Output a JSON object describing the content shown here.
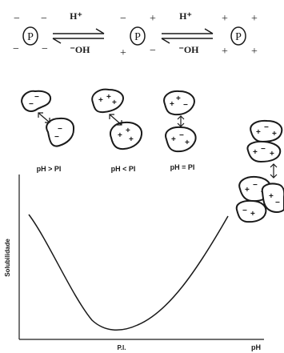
{
  "equilibrium": {
    "protein_symbol": "P",
    "forward_reagent": "H⁺",
    "reverse_reagent": "⁻OH",
    "minus": "−",
    "plus": "+"
  },
  "interactions": {
    "label_left": "pH > PI",
    "label_middle": "pH < PI",
    "label_right": "pH = PI"
  },
  "chart": {
    "ylabel": "Solubilidade",
    "xtick": "P.I.",
    "xlabel": "pH"
  },
  "chart_data": {
    "type": "line",
    "title": "",
    "xlabel": "pH",
    "ylabel": "Solubilidade",
    "x_ticks": [
      "P.I."
    ],
    "series": [
      {
        "curve": "U-shaped; minimum solubility at the isoelectric point (P.I.)",
        "x": [
          0.0,
          0.15,
          0.3,
          0.45,
          0.6,
          0.75,
          0.9,
          1.0
        ],
        "y": [
          0.8,
          0.55,
          0.25,
          0.05,
          0.15,
          0.45,
          0.75,
          0.9
        ]
      }
    ]
  }
}
